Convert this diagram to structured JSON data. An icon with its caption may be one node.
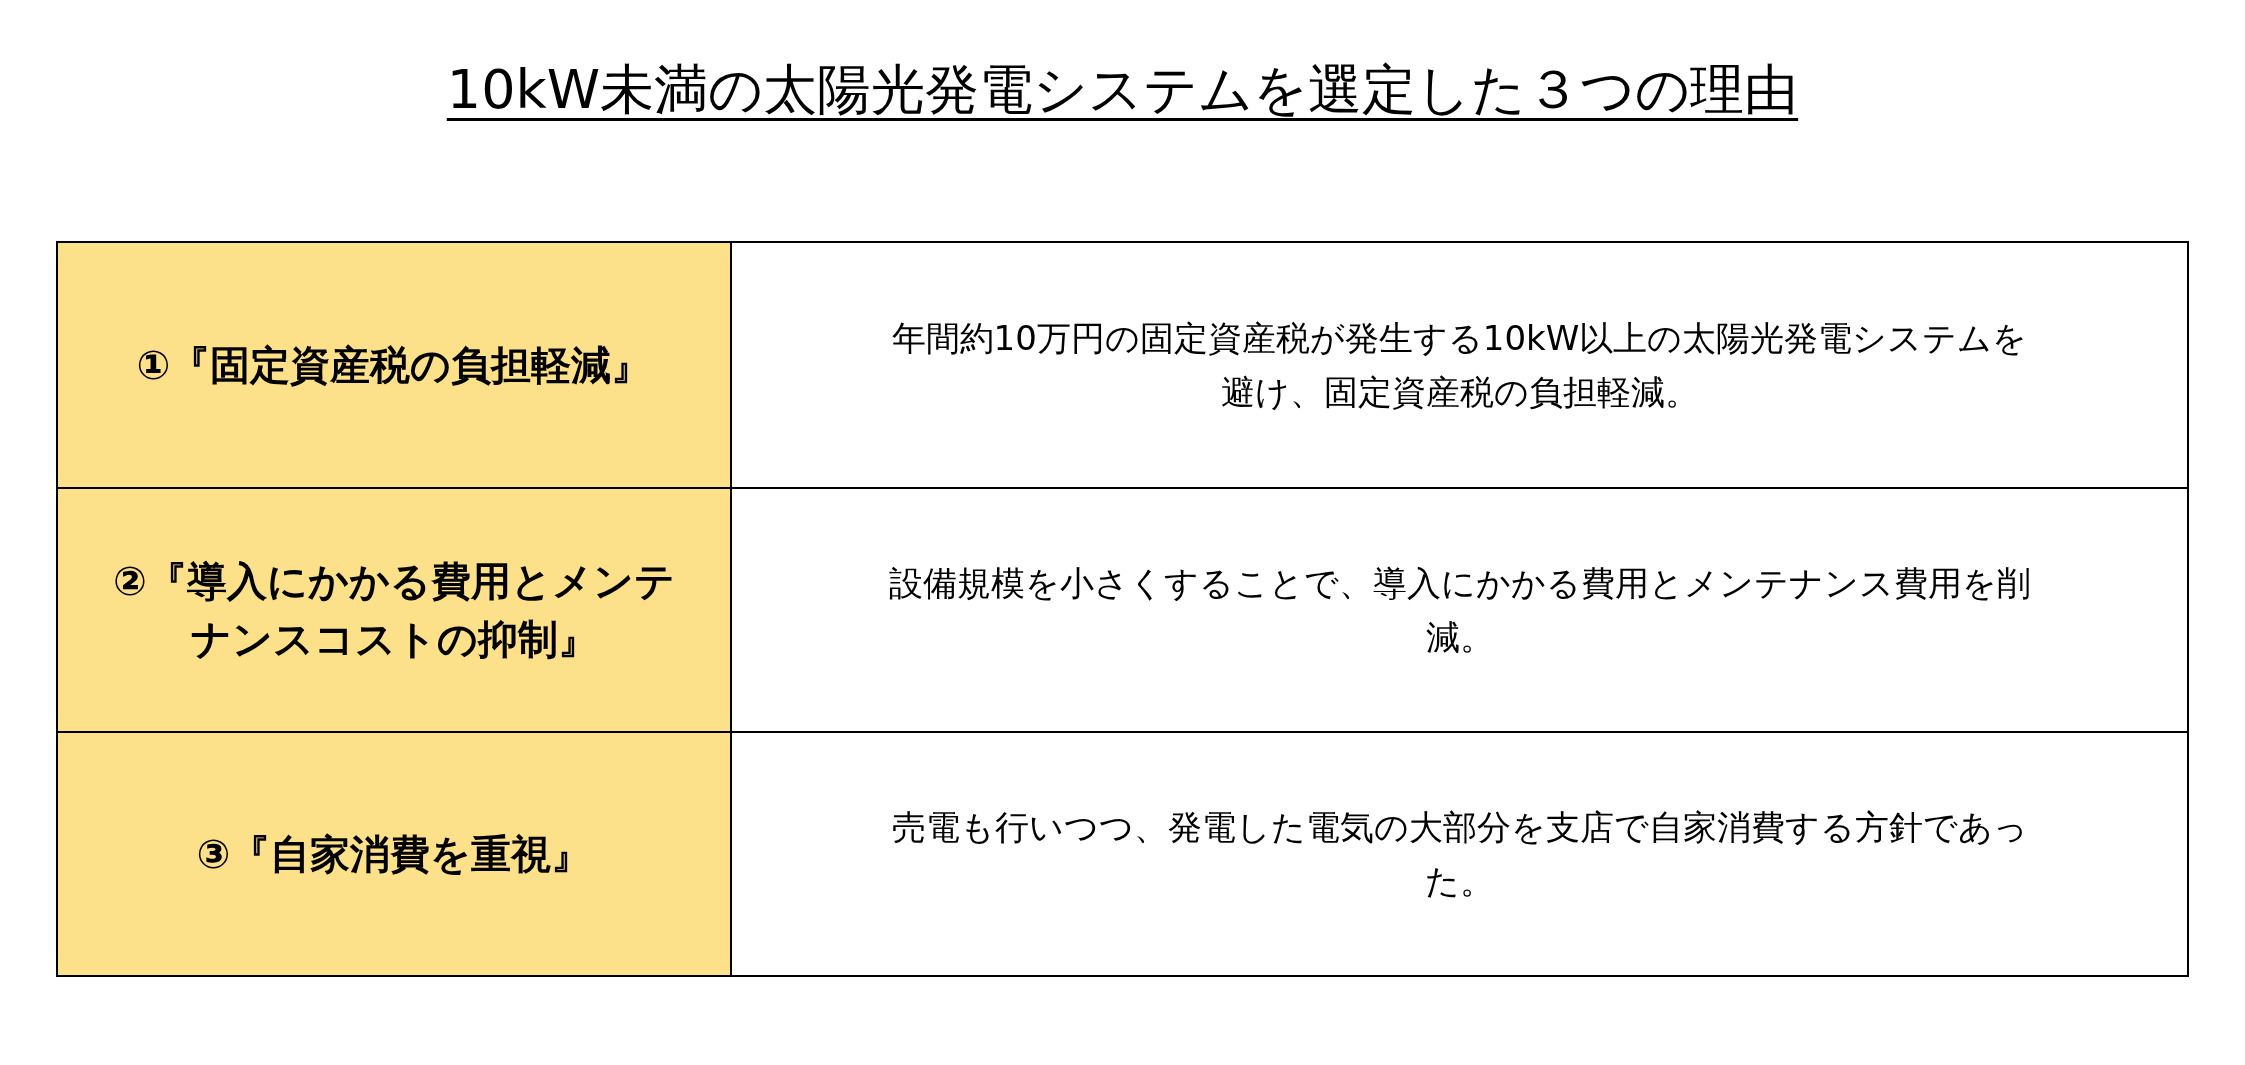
{
  "diagram": {
    "title": "10kW未満の太陽光発電システムを選定した３つの理由",
    "labels": [
      "①『固定資産税の負担軽減』",
      "年間約10万円の固定資産税が発生する10kW以上の太陽光発電システムを避け、固定資産税の負担軽減。",
      "②『導入にかかる費用とメンテナンスコストの抑制』",
      "設備規模を小さくすることで、導入にかかる費用とメンテナンス費用を削減。",
      "③『自家消費を重視』",
      "売電も行いつつ、発電した電気の大部分を支店で自家消費する方針であった。"
    ]
  }
}
